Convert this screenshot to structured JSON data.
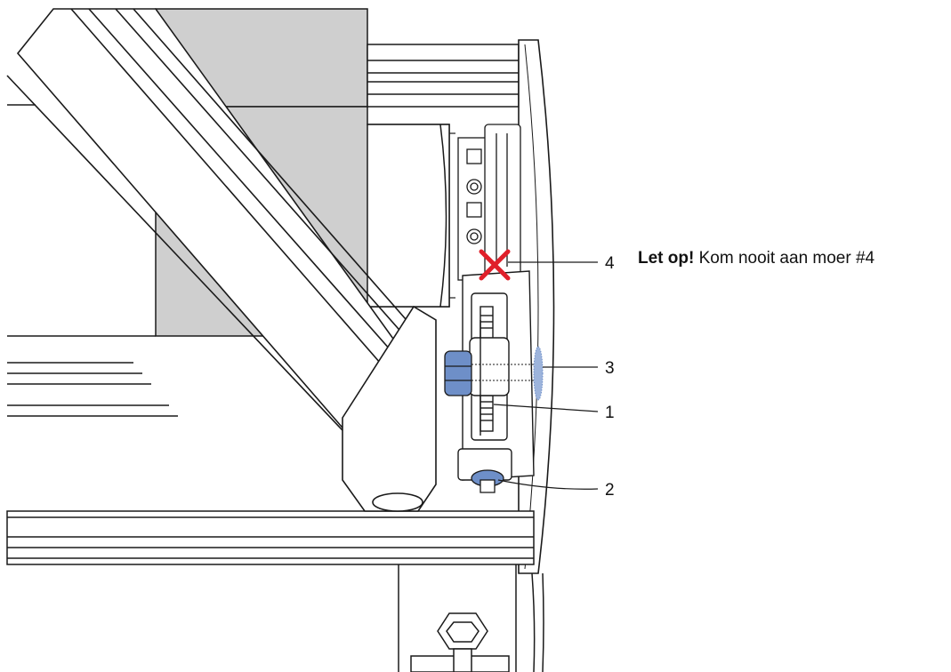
{
  "callouts": [
    {
      "number": "1"
    },
    {
      "number": "2"
    },
    {
      "number": "3"
    },
    {
      "number": "4"
    }
  ],
  "warning": {
    "strong": "Let op!",
    "text": "Kom nooit aan moer #4"
  },
  "colors": {
    "highlight_blue": "#6e8fc8",
    "warning_red": "#e0202a",
    "grey_fill": "#cfcfcf",
    "line": "#1a1a1a"
  }
}
